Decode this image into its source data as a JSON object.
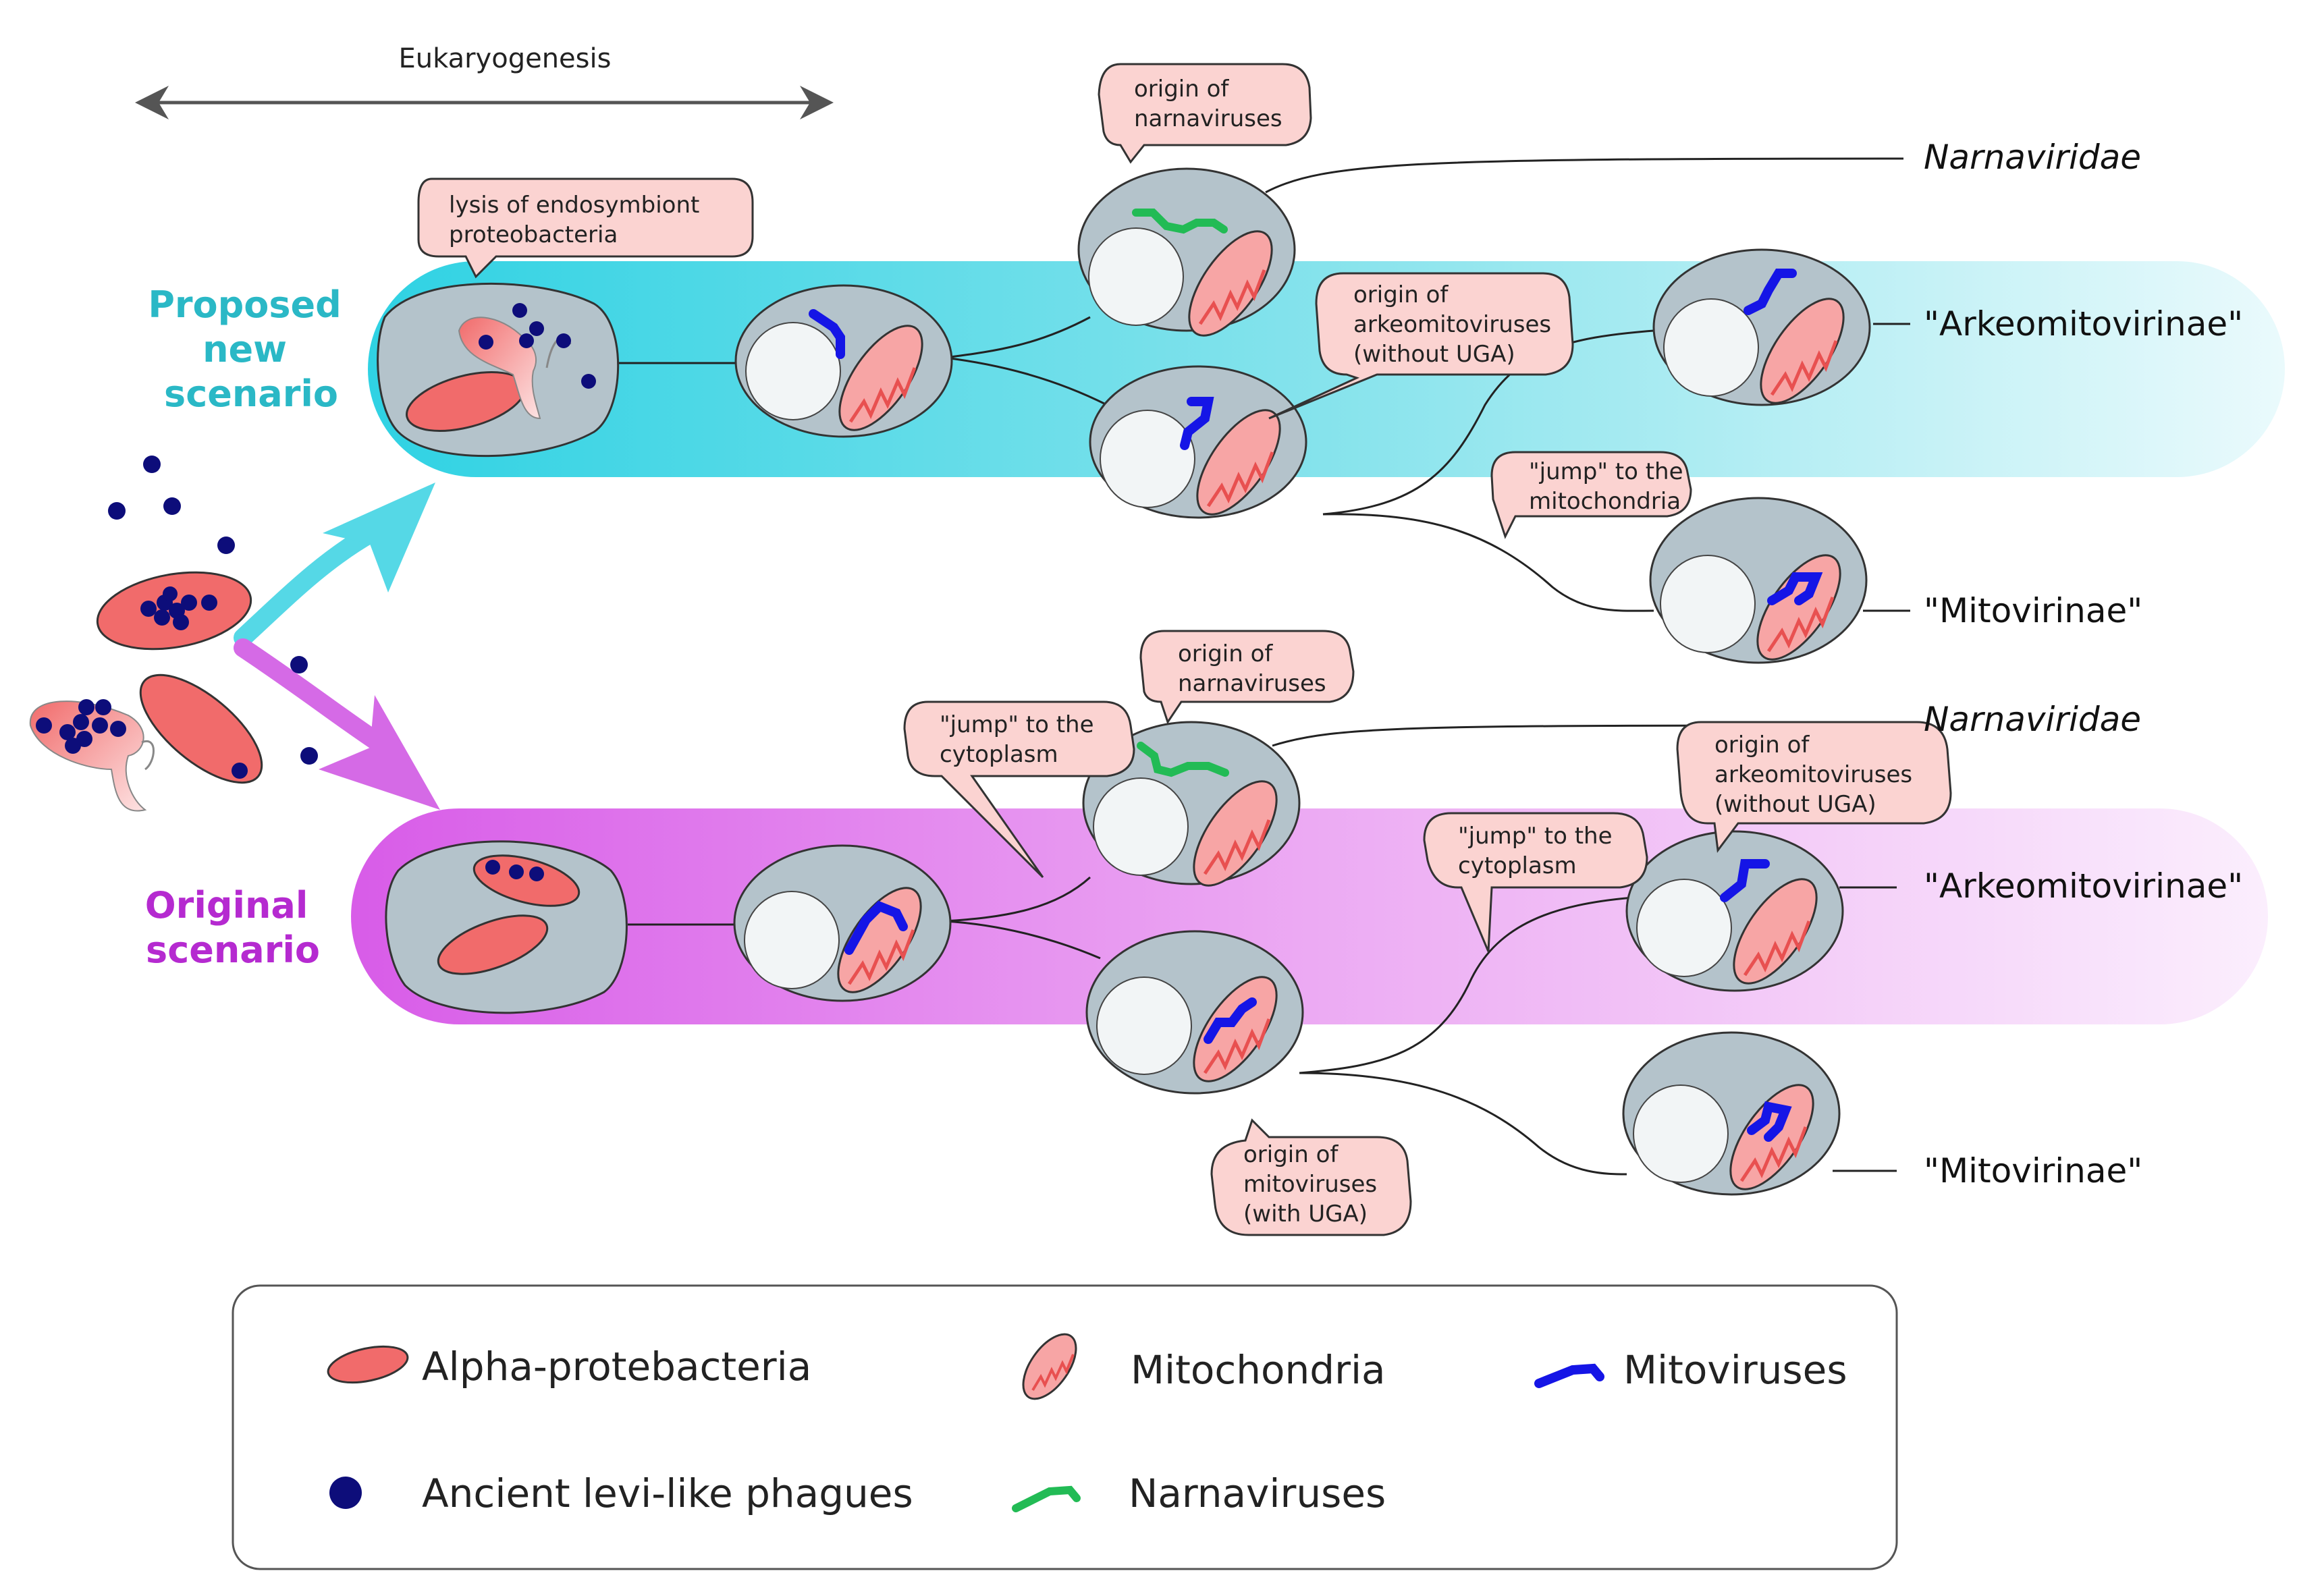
{
  "timeline": {
    "label": "Eukaryogenesis"
  },
  "colors": {
    "proposed": "#33c9d6",
    "original": "#cc55e0",
    "cell": "#b4c3cb",
    "nucleus": "#f2f5f6",
    "bacteria": "#f16b6b",
    "phage": "#0d0d7a",
    "mitovirus": "#1515e6",
    "narnavirus": "#22bb55",
    "bubble": "#fbd3d1"
  },
  "proposed": {
    "title_line1": "Proposed",
    "title_line2": "new",
    "title_line3": "scenario",
    "bubbles": {
      "lysis": [
        "lysis of endosymbiont",
        "proteobacteria"
      ],
      "narna": [
        "origin of",
        "narnaviruses"
      ],
      "arkeo": [
        "origin of",
        "arkeomitoviruses",
        "(without UGA)"
      ],
      "jump": [
        "\"jump\" to the",
        "mitochondria"
      ]
    },
    "taxa": {
      "narnaviridae": "Narnaviridae",
      "arkeo": "\"Arkeomitovirinae\"",
      "mito": "\"Mitovirinae\""
    }
  },
  "original": {
    "title_line1": "Original",
    "title_line2": "scenario",
    "bubbles": {
      "narna": [
        "origin of",
        "narnaviruses"
      ],
      "jump1": [
        "\"jump\" to the",
        "cytoplasm"
      ],
      "arkeo": [
        "origin of",
        "arkeomitoviruses",
        "(without UGA)"
      ],
      "jump2": [
        "\"jump\" to the",
        "cytoplasm"
      ],
      "mito": [
        "origin of",
        "mitoviruses",
        "(with UGA)"
      ]
    },
    "taxa": {
      "narnaviridae": "Narnaviridae",
      "arkeo": "\"Arkeomitovirinae\"",
      "mito": "\"Mitovirinae\""
    }
  },
  "legend": {
    "alpha": "Alpha-protebacteria",
    "mitochondria": "Mitochondria",
    "mitoviruses": "Mitoviruses",
    "phages": "Ancient levi-like phagues",
    "narnaviruses": "Narnaviruses"
  }
}
